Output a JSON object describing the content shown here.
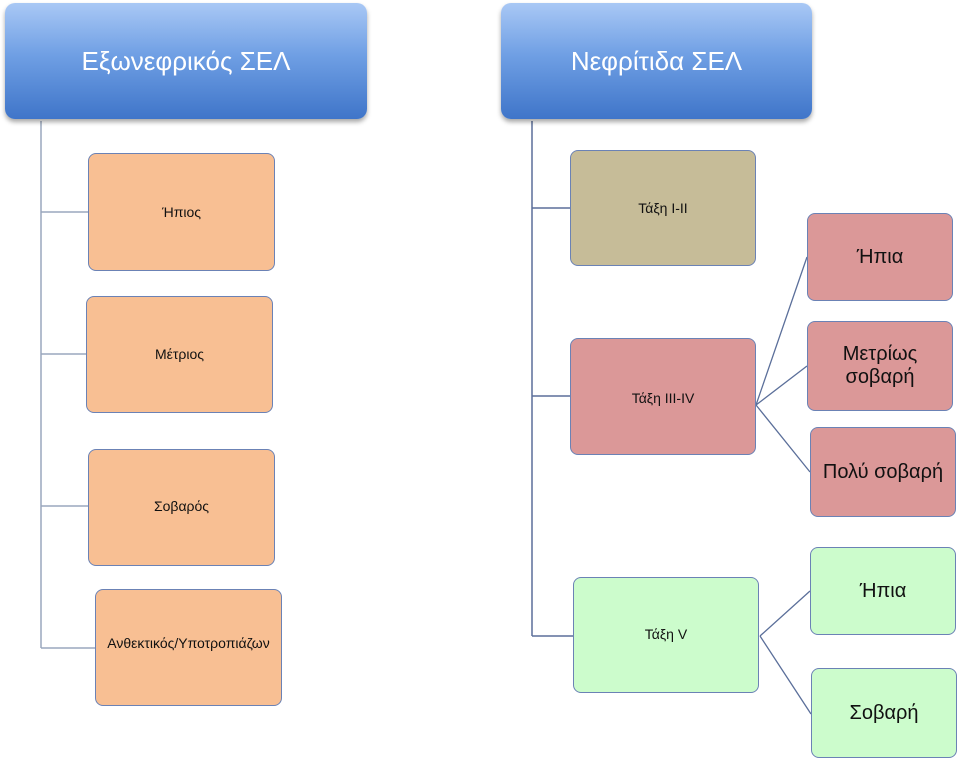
{
  "extrarenal": {
    "title": "Εξωνεφρικός ΣΕΛ",
    "levels": [
      "Ήπιος",
      "Μέτριος",
      "Σοβαρός",
      "Ανθεκτικός/Υποτροπιάζων"
    ]
  },
  "nephritis": {
    "title": "Νεφρίτιδα ΣΕΛ",
    "classes": [
      {
        "label": "Τάξη I-II",
        "sub": []
      },
      {
        "label": "Τάξη III-IV",
        "sub": [
          "Ήπια",
          "Μετρίως σοβαρή",
          "Πολύ σοβαρή"
        ]
      },
      {
        "label": "Τάξη V",
        "sub": [
          "Ήπια",
          "Σοβαρή"
        ]
      }
    ]
  },
  "colors": {
    "header": "#4f86d6",
    "extrarenal_box": "#f8bf93",
    "class_1_2": "#c6bc98",
    "class_3_4": "#db9898",
    "class_5": "#ccfccc",
    "border": "#6b82b5"
  }
}
